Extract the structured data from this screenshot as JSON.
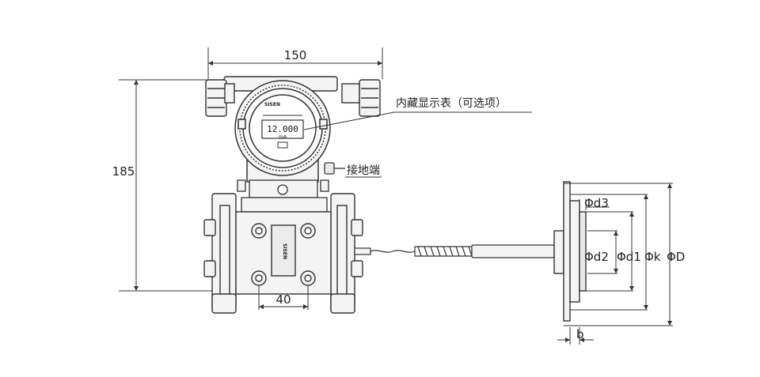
{
  "dimensions": {
    "width": "150",
    "height": "185",
    "flange_spacing": "40",
    "d3": "Φd3",
    "d2": "Φd2",
    "d1": "Φd1",
    "k": "Φk",
    "D": "ΦD",
    "b": "b"
  },
  "callouts": {
    "display": "内藏显示表（可选项）",
    "ground": "接地端"
  },
  "instrument": {
    "brand": "SISEN",
    "lcd_value": "12.000",
    "lcd_unit": "mA"
  },
  "colors": {
    "line": "#333333",
    "body": "#f4f4f4",
    "dark": "#555555"
  }
}
